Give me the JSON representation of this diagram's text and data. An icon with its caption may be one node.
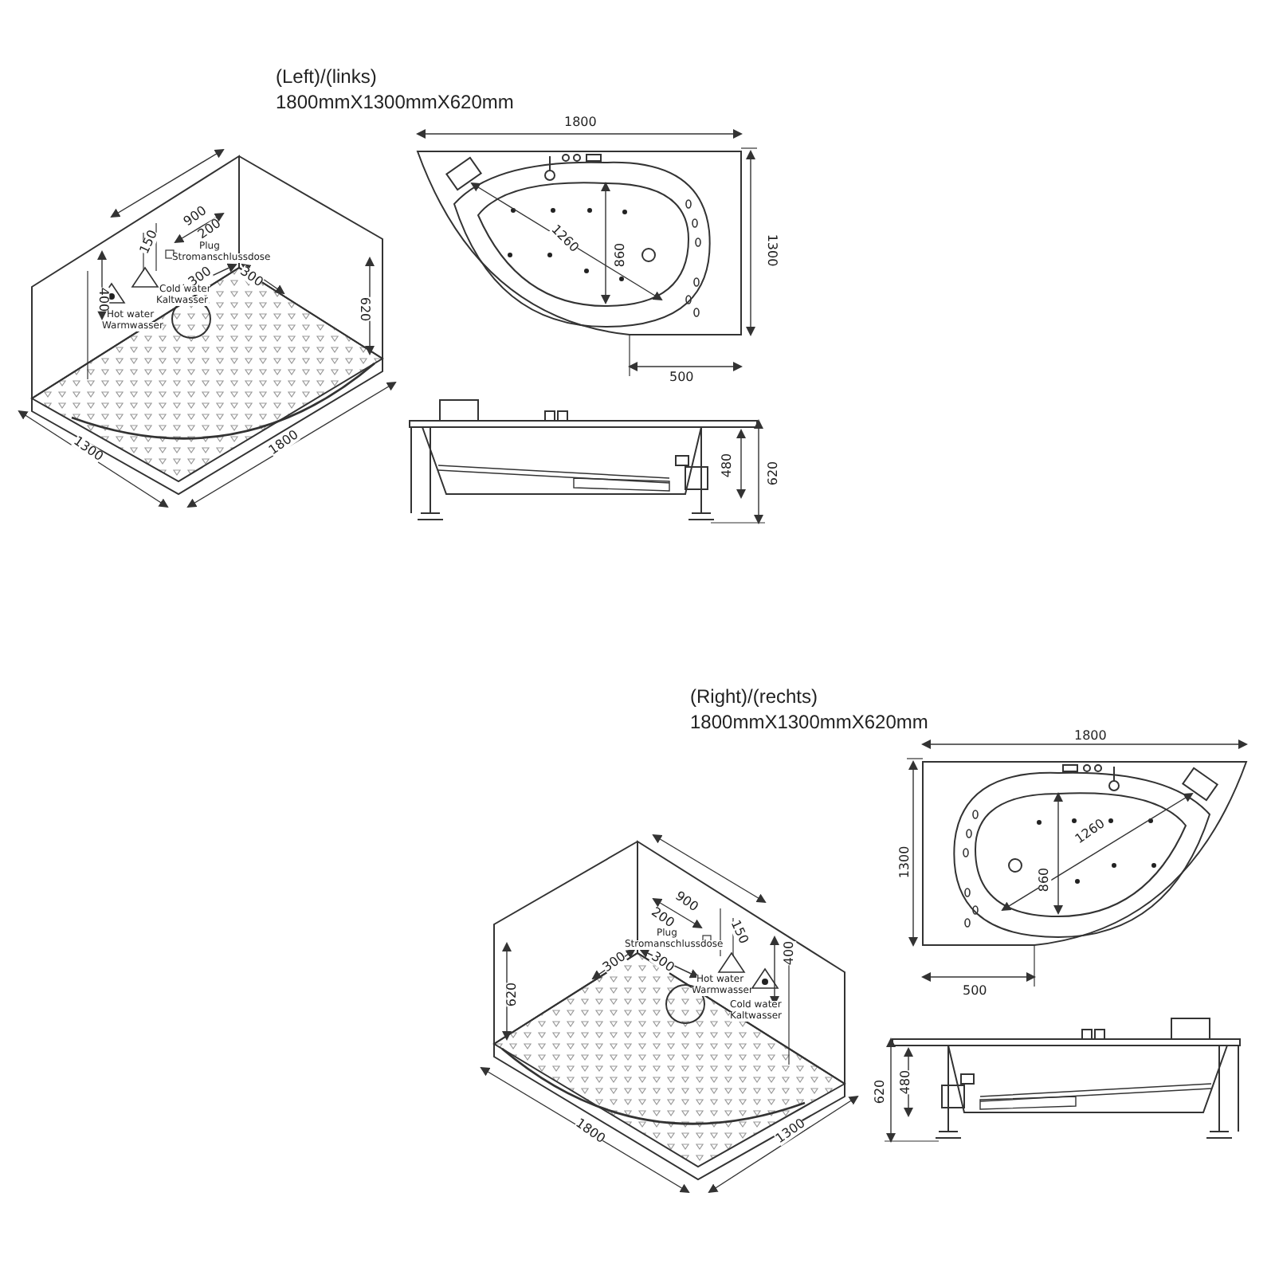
{
  "diagram": {
    "labels": [
      "(Left)/(links)",
      "1800mmX1300mmX620mm",
      "900",
      "150",
      "200",
      "Plug",
      "Stromanschlussdose",
      "400",
      "300",
      "300",
      "Cold water",
      "Kaltwasser",
      "Hot water",
      "Warmwasser",
      "620",
      "1300",
      "1800",
      "1800",
      "1260",
      "860",
      "1300",
      "500",
      "480",
      "620",
      "(Right)/(rechts)",
      "1800mmX1300mmX620mm",
      "1800",
      "1260",
      "860",
      "1300",
      "500",
      "900",
      "200",
      "150",
      "Plug",
      "Stromanschlussdose",
      "300",
      "300",
      "400",
      "Hot water",
      "Warmwasser",
      "Cold water",
      "Kaltwasser",
      "620",
      "1800",
      "1300",
      "480",
      "620"
    ]
  }
}
